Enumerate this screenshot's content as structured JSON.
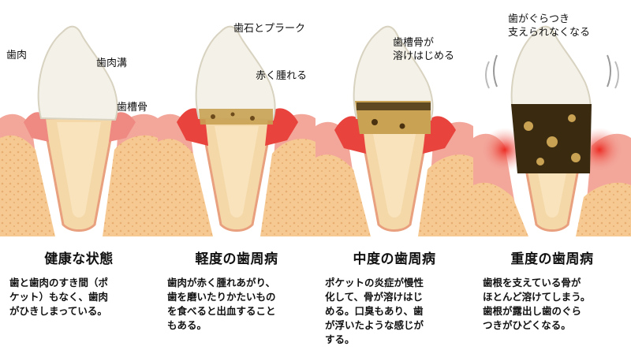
{
  "stages": [
    {
      "title": "健康な状態",
      "description": "歯と歯肉のすき間（ポ\nケット）もなく、歯肉\nがひきしまっている。",
      "labels": [
        "歯肉",
        "歯肉溝",
        "歯槽骨"
      ]
    },
    {
      "title": "軽度の歯周病",
      "description": "歯肉が赤く腫れあがり、\n歯を磨いたりかたいもの\nを食べると出血すること\nもある。",
      "labels": [
        "歯石とプラーク",
        "赤く腫れる"
      ]
    },
    {
      "title": "中度の歯周病",
      "description": "ポケットの炎症が慢性\n化して、骨が溶けはじ\nめる。口臭もあり、歯\nが浮いたような感じが\nする。",
      "labels": [
        "歯槽骨が\n溶けはじめる"
      ]
    },
    {
      "title": "重度の歯周病",
      "description": "歯根を支えている骨が\nほとんど溶けてしまう。\n歯根が露出し歯のぐら\nつきがひどくなる。",
      "labels": [
        "歯がぐらつき\n支えられなくなる"
      ]
    }
  ]
}
